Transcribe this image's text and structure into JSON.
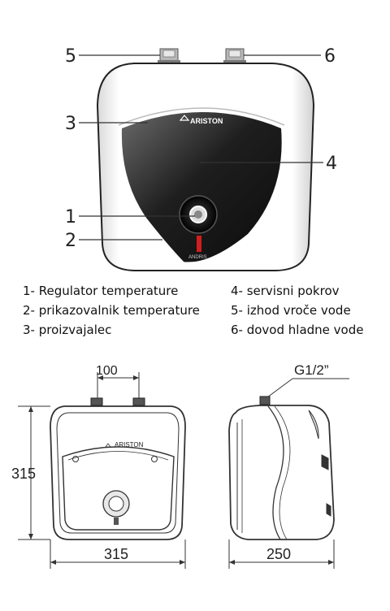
{
  "callouts": [
    "5",
    "6",
    "3",
    "4",
    "1",
    "2"
  ],
  "brand": "ARISTON",
  "product_label": "ANDRIS",
  "legend": [
    "1- Regulator temperature",
    "2- prikazovalnik temperature",
    "3- proizvajalec",
    "4- servisni pokrov",
    "5- izhod vroče vode",
    "6- dovod hladne vode"
  ],
  "dimensions": {
    "pipe_spacing": "100",
    "height": "315",
    "width": "315",
    "depth": "250",
    "thread": "G1/2”"
  }
}
